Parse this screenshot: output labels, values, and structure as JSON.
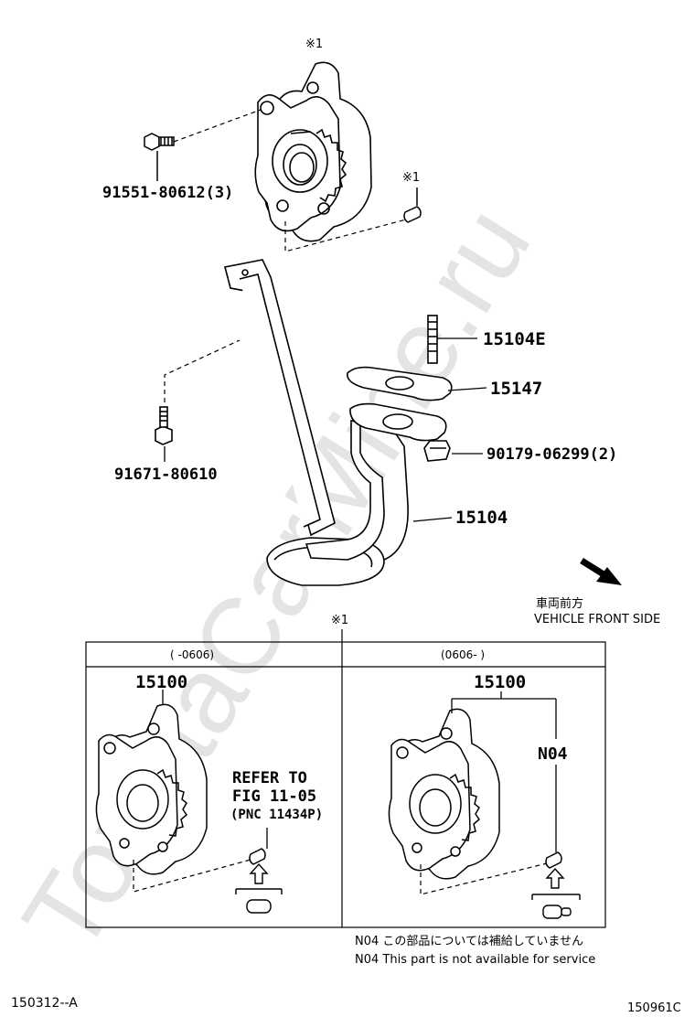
{
  "watermark": "ToyotaCarMine.ru",
  "colors": {
    "line": "#000000",
    "watermark": "#e4e4e4"
  },
  "top": {
    "mark_pump": "※1",
    "mark_pin": "※1",
    "parts": [
      {
        "id": "bolt1",
        "label": "91551-80612(3)"
      },
      {
        "id": "stud",
        "label": "15104E"
      },
      {
        "id": "gasket",
        "label": "15147"
      },
      {
        "id": "bolt2",
        "label": "90179-06299(2)"
      },
      {
        "id": "bolt3",
        "label": "91671-80610"
      },
      {
        "id": "strainer",
        "label": "15104"
      }
    ]
  },
  "direction": {
    "jp": "車両前方",
    "en": "VEHICLE FRONT SIDE"
  },
  "table": {
    "mark": "※1",
    "col_left": "(      -0606)",
    "col_right": "(0606-      )",
    "left_part": "15100",
    "right_part": "15100",
    "refer_lines": [
      "REFER TO",
      "FIG 11-05",
      "(PNC 11434P)"
    ],
    "n04": "N04"
  },
  "notes": {
    "jp": "N04  この部品については補給していません",
    "en": "N04  This part is not available for service"
  },
  "footer": {
    "left": "150312--A",
    "right": "150961C"
  }
}
